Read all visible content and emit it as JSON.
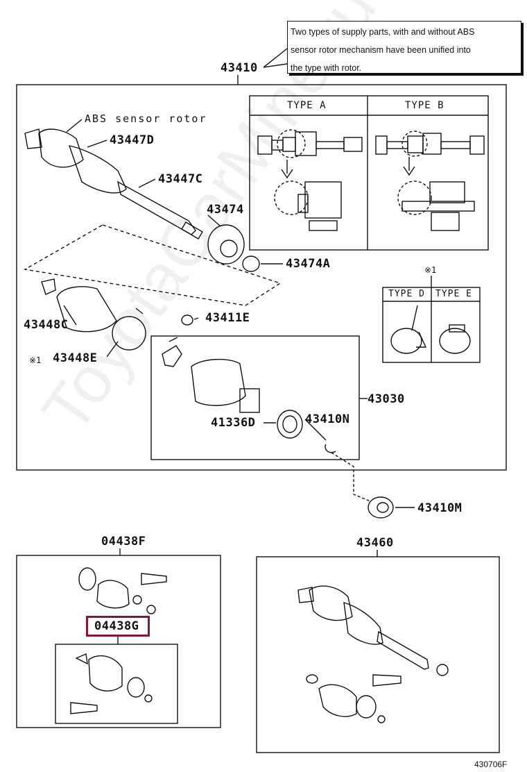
{
  "note": {
    "line1": "Two types of supply parts, with and without ABS",
    "line2": "sensor rotor mechanism have been unified into",
    "line3": "the type with rotor."
  },
  "labels": {
    "assy_main": "43410",
    "abs_rotor": "ABS sensor rotor",
    "p43447D": "43447D",
    "p43447C": "43447C",
    "p43474": "43474",
    "p43474A": "43474A",
    "p43448C": "43448C",
    "p43448E": "43448E",
    "p43411E": "43411E",
    "p43030": "43030",
    "p41336D": "41336D",
    "p43410N": "43410N",
    "p43410M": "43410M",
    "p04438F": "04438F",
    "p04438G": "04438G",
    "p43460": "43460",
    "mark_note_1": "※1",
    "mark_note_2": "※1"
  },
  "types": {
    "type_a": "TYPE  A",
    "type_b": "TYPE  B",
    "type_d": "TYPE D",
    "type_e": "TYPE E"
  },
  "highlight_color": "#8a1538",
  "watermark": "ToyotaCarMine.ru",
  "diagram_id": "430706F"
}
